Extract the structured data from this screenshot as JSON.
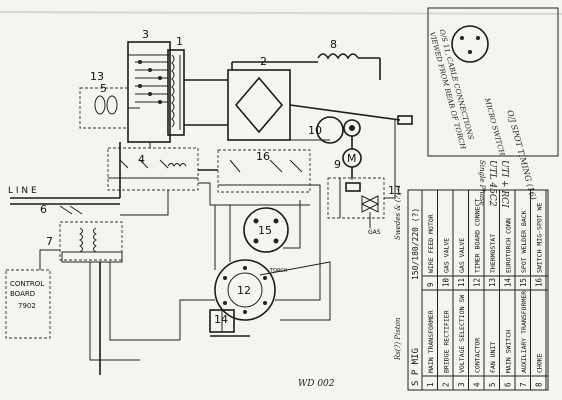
{
  "labels": {
    "line": "L I N E",
    "control_board_1": "CONTROL",
    "control_board_2": "BOARD",
    "control_board_code": "7902",
    "page_mark": "WD 002",
    "gas": "GAS",
    "torch": "TORCH"
  },
  "numbers": [
    "1",
    "2",
    "3",
    "4",
    "5",
    "6",
    "7",
    "8",
    "9",
    "10",
    "11",
    "12",
    "13",
    "14",
    "15",
    "16"
  ],
  "notes": {
    "wiring_title": "O/J SPOT TIMING (16)",
    "micro_switch": "MICRO SWITCH",
    "cable_note_1": "O/S 11, CABLE CONNECTIONS",
    "cable_note_2": "VIEWED FROM REAR OF TORCH",
    "model_1": "UTI + RCI",
    "model_2": "UTL 45C2",
    "model_3": "Single Phase",
    "model_4": "Rs(?) Piston",
    "table_title": "S P MIG",
    "table_ratings": "150/180/220 (?)",
    "table_side": "Swedes & (?) -1"
  },
  "legend": [
    {
      "n": "1",
      "t": "MAIN TRANSFORMER"
    },
    {
      "n": "2",
      "t": "BRIDGE RECTIFIER"
    },
    {
      "n": "3",
      "t": "VOLTAGE SELECTION SW"
    },
    {
      "n": "4",
      "t": "CONTACTOR"
    },
    {
      "n": "5",
      "t": "FAN UNIT"
    },
    {
      "n": "6",
      "t": "MAIN SWITCH"
    },
    {
      "n": "7",
      "t": "AUXILIARY TRANSFORMER"
    },
    {
      "n": "8",
      "t": "CHOKE"
    },
    {
      "n": "9",
      "t": "WIRE FEED MOTOR"
    },
    {
      "n": "10",
      "t": "GAS VALVE"
    },
    {
      "n": "11",
      "t": "GAS VALVE"
    },
    {
      "n": "12",
      "t": "TIMER BOARD CONNECT"
    },
    {
      "n": "13",
      "t": "THERMOSTAT"
    },
    {
      "n": "14",
      "t": "EUROTORCH CONN"
    },
    {
      "n": "15",
      "t": "SPOT WELDER BACK"
    },
    {
      "n": "16",
      "t": "SWITCH MIG-SPOT WE"
    }
  ]
}
